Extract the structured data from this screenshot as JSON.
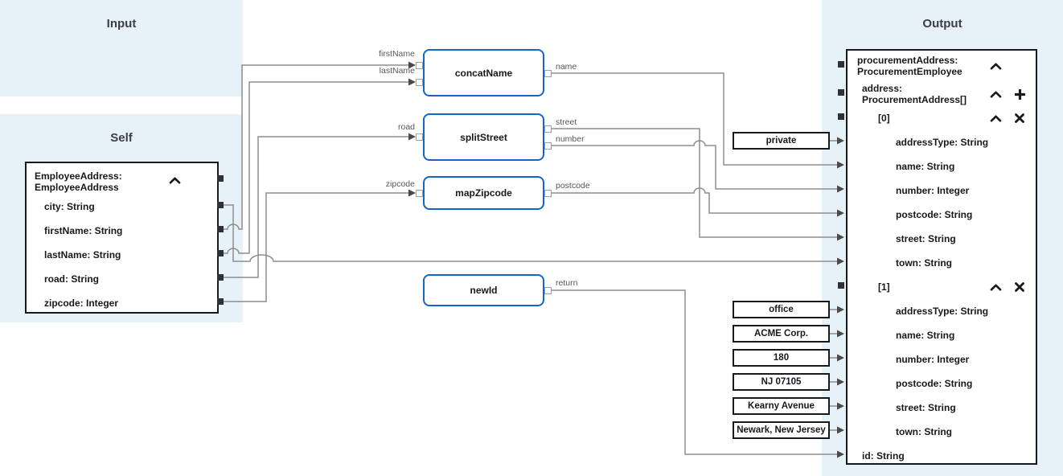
{
  "panels": {
    "input_title": "Input",
    "self_title": "Self",
    "output_title": "Output"
  },
  "self_box": {
    "title_line1": "EmployeeAddress:",
    "title_line2": "EmployeeAddress",
    "collapse_icon": "chevron-up",
    "fields": [
      "city: String",
      "firstName: String",
      "lastName: String",
      "road: String",
      "zipcode: Integer"
    ]
  },
  "functions": [
    {
      "name": "concatName",
      "inputs": [
        "firstName",
        "lastName"
      ],
      "outputs": [
        "name"
      ]
    },
    {
      "name": "splitStreet",
      "inputs": [
        "road"
      ],
      "outputs": [
        "street",
        "number"
      ]
    },
    {
      "name": "mapZipcode",
      "inputs": [
        "zipcode"
      ],
      "outputs": [
        "postcode"
      ]
    },
    {
      "name": "newId",
      "inputs": [],
      "outputs": [
        "return"
      ]
    }
  ],
  "constants": [
    "private",
    "office",
    "ACME Corp.",
    "180",
    "NJ 07105",
    "Kearny Avenue",
    "Newark, New Jersey"
  ],
  "output_box": {
    "rows": [
      {
        "lines": [
          "procurementAddress:",
          "ProcurementEmployee"
        ],
        "icons": [
          "collapse"
        ],
        "port": true
      },
      {
        "lines": [
          "address:",
          "ProcurementAddress[]"
        ],
        "icons": [
          "collapse",
          "add"
        ],
        "port": true
      },
      {
        "lines": [
          "[0]"
        ],
        "icons": [
          "collapse",
          "remove"
        ],
        "port": true
      },
      {
        "lines": [
          "addressType: String"
        ]
      },
      {
        "lines": [
          "name: String"
        ]
      },
      {
        "lines": [
          "number: Integer"
        ]
      },
      {
        "lines": [
          "postcode: String"
        ]
      },
      {
        "lines": [
          "street: String"
        ]
      },
      {
        "lines": [
          "town: String"
        ]
      },
      {
        "lines": [
          "[1]"
        ],
        "icons": [
          "collapse",
          "remove"
        ],
        "port": true
      },
      {
        "lines": [
          "addressType: String"
        ]
      },
      {
        "lines": [
          "name: String"
        ]
      },
      {
        "lines": [
          "number: Integer"
        ]
      },
      {
        "lines": [
          "postcode: String"
        ]
      },
      {
        "lines": [
          "street: String"
        ]
      },
      {
        "lines": [
          "town: String"
        ]
      },
      {
        "lines": [
          "id: String"
        ]
      }
    ]
  },
  "colors": {
    "panel_bg": "#e7f1f8",
    "function_border": "#1665c1",
    "wire": "#8d8d8d",
    "arrowhead": "#4a4a4a",
    "box_border": "#16191d",
    "text": "#16191d",
    "wire_label": "#55585c"
  }
}
